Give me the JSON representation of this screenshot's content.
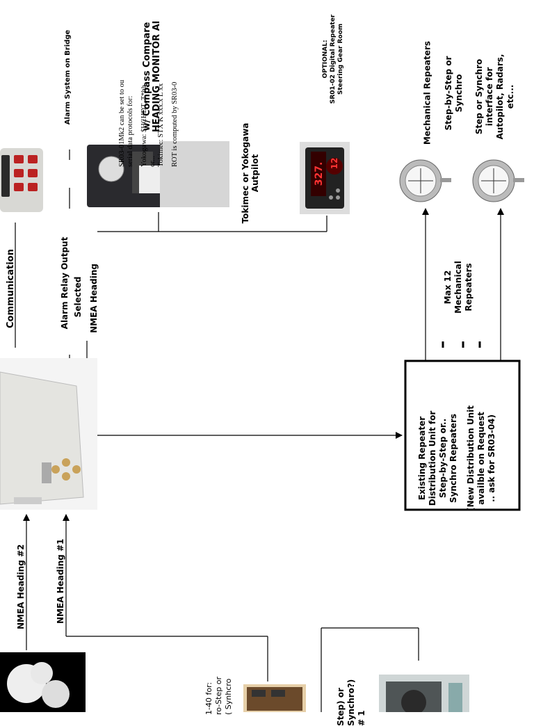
{
  "labels": {
    "compass_title_line1": "w/  Compass Compare",
    "compass_title_line2": "HEADING MONITOR Al",
    "alarm_system": "Alarm System on Bridge",
    "sr03_desc_line1": "SR03-01Mk2 can be set to ou",
    "sr03_desc_line2": "serial data protocols for:",
    "yokogawa_line": "Yokogawa: $HCHDT,,T*hh",
    "or_line": "or...",
    "tokimec_line": "Tokimec:  STX K xxx.x L xx",
    "rot_line": "ROT is computed by SR03-0",
    "optional": "OPTIONAL:",
    "digital_repeater": "SR01-02 Digital Repeater",
    "steering_gear": "Steering Gear Room",
    "communication": "Communication",
    "alarm_relay": "Alarm Relay Output",
    "selected": "Selected",
    "nmea_heading": "NMEA Heading",
    "tokimec_autopilot_line1": "Tokimec or Yokogawa",
    "tokimec_autopilot_line2": "Autpilot",
    "mech_repeaters": "Mechanical Repeaters",
    "step_synchro_line1": "Step-by-Step or",
    "step_synchro_line2": "Synchro",
    "step_iface_line1": "Step or Synchro",
    "step_iface_line2": "interface for",
    "step_iface_line3": "Autopilot, Radars,",
    "step_iface_line4": "etc...",
    "max12_line1": "Max 12",
    "max12_line2": "Mechanical",
    "max12_line3": "Repeaters",
    "existing_line1": "Existing Repeater",
    "existing_line2": "Distribution Unit for",
    "existing_line3": "Step-by-Step or..",
    "existing_line4": "Synchro  Repeaters",
    "new_line1": "(New Distribution Unit",
    "new_line2": "availble on Request",
    "new_line3": ".. ask for SR03-04)",
    "nmea2": "NMEA Heading #2",
    "nmea1": "NMEA Heading #1",
    "interface_line1": "1-40 for:",
    "interface_line2": "ro-Step or",
    "interface_line3": "( Synhcro",
    "gyro_line1": "Step) or",
    "gyro_line2": "Synchro?)",
    "gyro_line3": "# 1"
  },
  "digital_display": {
    "heading_value": "327.",
    "rot_value": "12"
  }
}
